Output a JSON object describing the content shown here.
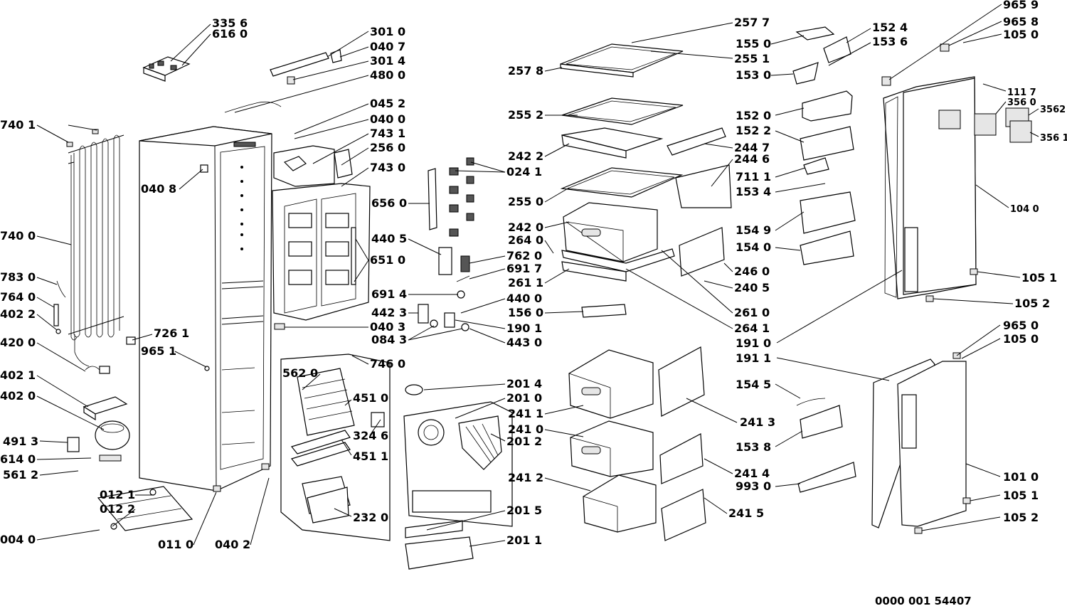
{
  "document_number": "0000 001 54407",
  "callouts": [
    {
      "id": "c3356",
      "text": "335 6"
    },
    {
      "id": "c6160",
      "text": "616 0"
    },
    {
      "id": "c3010",
      "text": "301 0"
    },
    {
      "id": "c0407",
      "text": "040 7"
    },
    {
      "id": "c3014",
      "text": "301 4"
    },
    {
      "id": "c4800",
      "text": "480 0"
    },
    {
      "id": "c0452",
      "text": "045 2"
    },
    {
      "id": "c0400",
      "text": "040 0"
    },
    {
      "id": "c7431",
      "text": "743 1"
    },
    {
      "id": "c2560",
      "text": "256 0"
    },
    {
      "id": "c7430",
      "text": "743 0"
    },
    {
      "id": "c7401",
      "text": "740 1"
    },
    {
      "id": "c0408",
      "text": "040 8"
    },
    {
      "id": "c7400",
      "text": "740 0"
    },
    {
      "id": "c7830",
      "text": "783 0"
    },
    {
      "id": "c7640",
      "text": "764 0"
    },
    {
      "id": "c4022",
      "text": "402 2"
    },
    {
      "id": "c4200",
      "text": "420 0"
    },
    {
      "id": "c4021",
      "text": "402 1"
    },
    {
      "id": "c4020",
      "text": "402 0"
    },
    {
      "id": "c4913",
      "text": "491 3"
    },
    {
      "id": "c6140",
      "text": "614 0"
    },
    {
      "id": "c5612",
      "text": "561 2"
    },
    {
      "id": "c0040",
      "text": "004 0"
    },
    {
      "id": "c0121",
      "text": "012 1"
    },
    {
      "id": "c0122",
      "text": "012 2"
    },
    {
      "id": "c0110",
      "text": "011 0"
    },
    {
      "id": "c0402",
      "text": "040 2"
    },
    {
      "id": "c7261",
      "text": "726 1"
    },
    {
      "id": "c9651a",
      "text": "965 1"
    },
    {
      "id": "c0241",
      "text": "024 1"
    },
    {
      "id": "c6560",
      "text": "656 0"
    },
    {
      "id": "c4405",
      "text": "440 5"
    },
    {
      "id": "c6510",
      "text": "651 0"
    },
    {
      "id": "c7620",
      "text": "762 0"
    },
    {
      "id": "c6917",
      "text": "691 7"
    },
    {
      "id": "c6914",
      "text": "691 4"
    },
    {
      "id": "c4400",
      "text": "440 0"
    },
    {
      "id": "c4423",
      "text": "442 3"
    },
    {
      "id": "c1901",
      "text": "190 1"
    },
    {
      "id": "c0403",
      "text": "040 3"
    },
    {
      "id": "c0843",
      "text": "084 3"
    },
    {
      "id": "c4430",
      "text": "443 0"
    },
    {
      "id": "c7460",
      "text": "746 0"
    },
    {
      "id": "c5620",
      "text": "562 0"
    },
    {
      "id": "c4510",
      "text": "451 0"
    },
    {
      "id": "c3246",
      "text": "324 6"
    },
    {
      "id": "c4511",
      "text": "451 1"
    },
    {
      "id": "c2320",
      "text": "232 0"
    },
    {
      "id": "c2014",
      "text": "201 4"
    },
    {
      "id": "c2010",
      "text": "201 0"
    },
    {
      "id": "c2012",
      "text": "201 2"
    },
    {
      "id": "c2015",
      "text": "201 5"
    },
    {
      "id": "c2011",
      "text": "201 1"
    },
    {
      "id": "c2577",
      "text": "257 7"
    },
    {
      "id": "c2551",
      "text": "255 1"
    },
    {
      "id": "c2578",
      "text": "257 8"
    },
    {
      "id": "c2552",
      "text": "255 2"
    },
    {
      "id": "c2422",
      "text": "242 2"
    },
    {
      "id": "c2550",
      "text": "255 0"
    },
    {
      "id": "c2420",
      "text": "242 0"
    },
    {
      "id": "c2640",
      "text": "264 0"
    },
    {
      "id": "c2611",
      "text": "261 1"
    },
    {
      "id": "c1560",
      "text": "156 0"
    },
    {
      "id": "c2411",
      "text": "241 1"
    },
    {
      "id": "c2410",
      "text": "241 0"
    },
    {
      "id": "c2412",
      "text": "241 2"
    },
    {
      "id": "c2447",
      "text": "244 7"
    },
    {
      "id": "c2446",
      "text": "244 6"
    },
    {
      "id": "c2460",
      "text": "246 0"
    },
    {
      "id": "c2405",
      "text": "240 5"
    },
    {
      "id": "c2610",
      "text": "261 0"
    },
    {
      "id": "c2641",
      "text": "264 1"
    },
    {
      "id": "c2413",
      "text": "241 3"
    },
    {
      "id": "c2414",
      "text": "241 4"
    },
    {
      "id": "c2415",
      "text": "241 5"
    },
    {
      "id": "c1550",
      "text": "155 0"
    },
    {
      "id": "c1524",
      "text": "152 4"
    },
    {
      "id": "c1536",
      "text": "153 6"
    },
    {
      "id": "c1530",
      "text": "153 0"
    },
    {
      "id": "c1520",
      "text": "152 0"
    },
    {
      "id": "c1522",
      "text": "152 2"
    },
    {
      "id": "c7111",
      "text": "711 1"
    },
    {
      "id": "c1534",
      "text": "153 4"
    },
    {
      "id": "c1549",
      "text": "154 9"
    },
    {
      "id": "c1540",
      "text": "154 0"
    },
    {
      "id": "c1910",
      "text": "191 0"
    },
    {
      "id": "c1911",
      "text": "191 1"
    },
    {
      "id": "c1545",
      "text": "154 5"
    },
    {
      "id": "c1538",
      "text": "153 8"
    },
    {
      "id": "c9930",
      "text": "993 0"
    },
    {
      "id": "c9659",
      "text": "965 9"
    },
    {
      "id": "c9658",
      "text": "965 8"
    },
    {
      "id": "c1050a",
      "text": "105 0"
    },
    {
      "id": "c1117",
      "text": "111 7"
    },
    {
      "id": "c3560",
      "text": "356 0"
    },
    {
      "id": "c3562",
      "text": "3562"
    },
    {
      "id": "c3561",
      "text": "356 1"
    },
    {
      "id": "c1040",
      "text": "104 0"
    },
    {
      "id": "c1051a",
      "text": "105 1"
    },
    {
      "id": "c1052a",
      "text": "105 2"
    },
    {
      "id": "c9650",
      "text": "965 0"
    },
    {
      "id": "c1050b",
      "text": "105 0"
    },
    {
      "id": "c1010",
      "text": "101 0"
    },
    {
      "id": "c1051b",
      "text": "105 1"
    },
    {
      "id": "c1052b",
      "text": "105 2"
    }
  ]
}
